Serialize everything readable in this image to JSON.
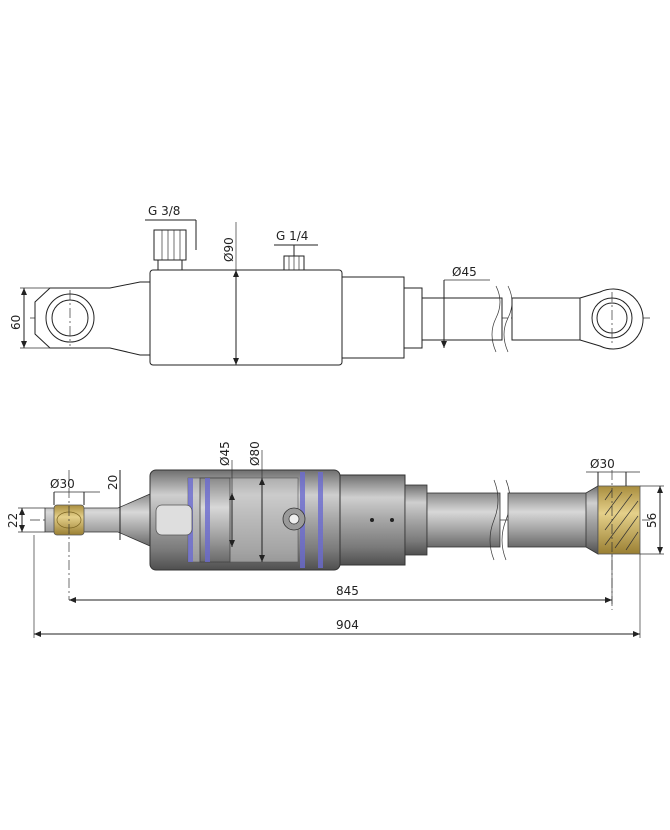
{
  "top_view": {
    "port_g38": "G 3/8",
    "port_g14": "G 1/4",
    "dia_90": "Ø90",
    "dia_45": "Ø45",
    "height_60": "60"
  },
  "section_view": {
    "dia_45": "Ø45",
    "dia_80": "Ø80",
    "dia_30_left": "Ø30",
    "dia_30_right": "Ø30",
    "dim_20": "20",
    "dim_22": "22",
    "dim_56": "56",
    "len_845": "845",
    "len_904": "904"
  },
  "colors": {
    "steel": "#9c9c9c",
    "bronze": "#c9ad58",
    "seal": "#6a6acf"
  }
}
